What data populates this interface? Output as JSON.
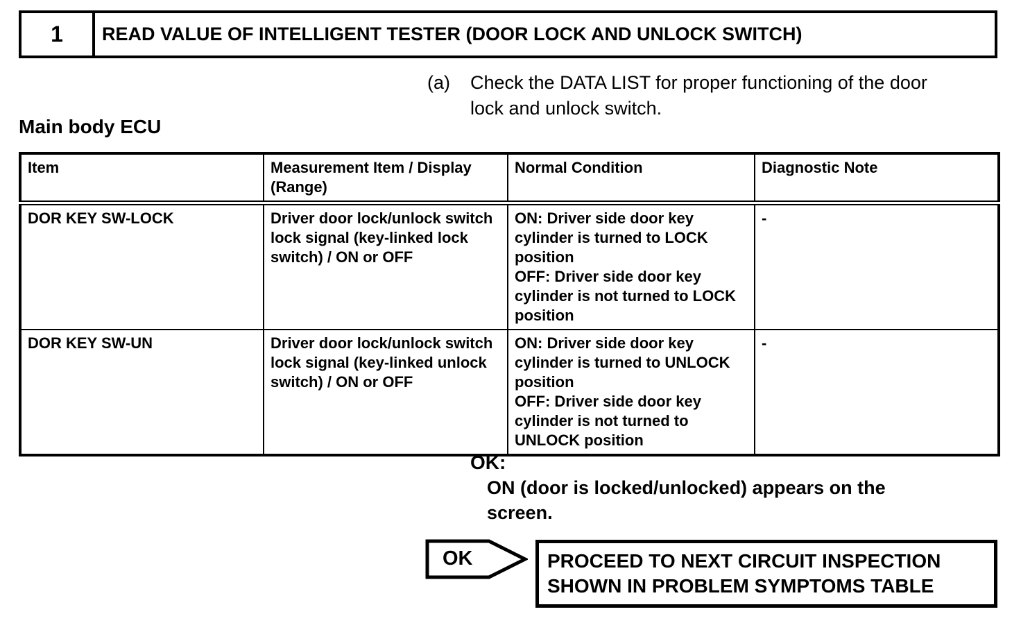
{
  "step": {
    "number": "1",
    "title": "READ VALUE OF INTELLIGENT TESTER (DOOR LOCK AND UNLOCK SWITCH)"
  },
  "instruction": {
    "label": "(a)",
    "text": "Check the DATA LIST for proper functioning of the door lock and unlock switch."
  },
  "section_heading": "Main body ECU",
  "table": {
    "headers": [
      "Item",
      "Measurement Item / Display (Range)",
      "Normal Condition",
      "Diagnostic Note"
    ],
    "rows": [
      {
        "item": "DOR KEY SW-LOCK",
        "measurement": "Driver door lock/unlock switch lock signal (key-linked lock switch) / ON or OFF",
        "normal_on": "ON: Driver side door key cylinder is turned to LOCK position",
        "normal_off": "OFF: Driver side door key cylinder is not turned to LOCK position",
        "note": "-"
      },
      {
        "item": "DOR KEY SW-UN",
        "measurement": "Driver door lock/unlock switch lock signal (key-linked unlock switch) / ON or OFF",
        "normal_on": "ON: Driver side door key cylinder is turned to UNLOCK position",
        "normal_off": "OFF: Driver side door key cylinder is not turned to UNLOCK position",
        "note": "-"
      }
    ]
  },
  "result": {
    "label": "OK:",
    "text": "ON (door is locked/unlocked) appears on the screen."
  },
  "decision": {
    "label": "OK",
    "action": "PROCEED TO NEXT CIRCUIT INSPECTION SHOWN IN PROBLEM SYMPTOMS TABLE"
  },
  "colors": {
    "ink": "#000000",
    "paper": "#ffffff"
  }
}
